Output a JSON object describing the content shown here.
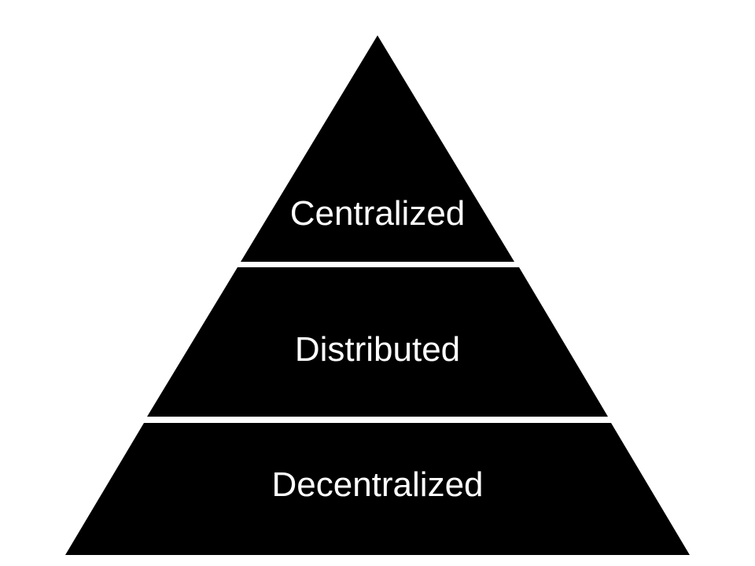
{
  "diagram": {
    "type": "pyramid",
    "fill_color": "#000000",
    "text_color": "#ffffff",
    "background": "#ffffff",
    "tiers": [
      {
        "label": "Centralized"
      },
      {
        "label": "Distributed"
      },
      {
        "label": "Decentralized"
      }
    ]
  }
}
